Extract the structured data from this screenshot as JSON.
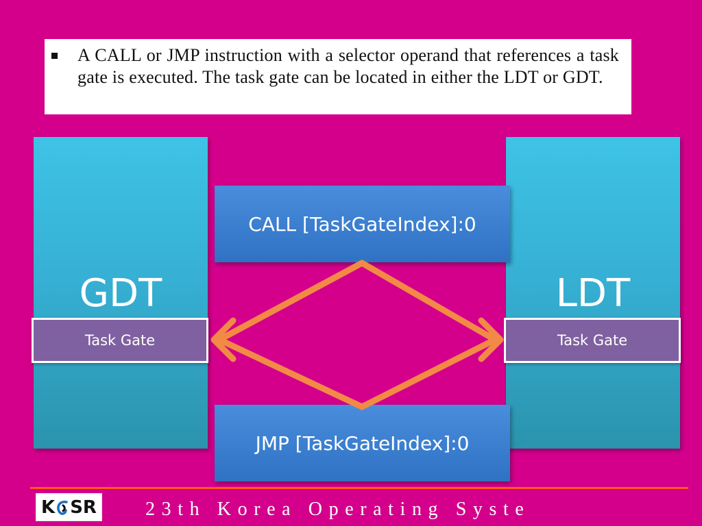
{
  "quote": {
    "text": "A CALL or JMP instruction with a selector operand that references a task gate is executed. The task gate can be located in either the LDT or GDT."
  },
  "tables": {
    "gdt": {
      "title": "GDT",
      "gate_label": "Task Gate"
    },
    "ldt": {
      "title": "LDT",
      "gate_label": "Task Gate"
    }
  },
  "instructions": {
    "call": "CALL [TaskGateIndex]:0",
    "jmp": "JMP [TaskGateIndex]:0"
  },
  "footer": {
    "logo_left": "K",
    "logo_right": "SR",
    "text": "23th Korea Operating Syste"
  },
  "colors": {
    "background": "#d4008c",
    "arrow": "#f28a45",
    "footer_line": "#ff5a14"
  },
  "icons": [
    "bullet-square-icon",
    "arrow-icon",
    "kosr-logo"
  ]
}
